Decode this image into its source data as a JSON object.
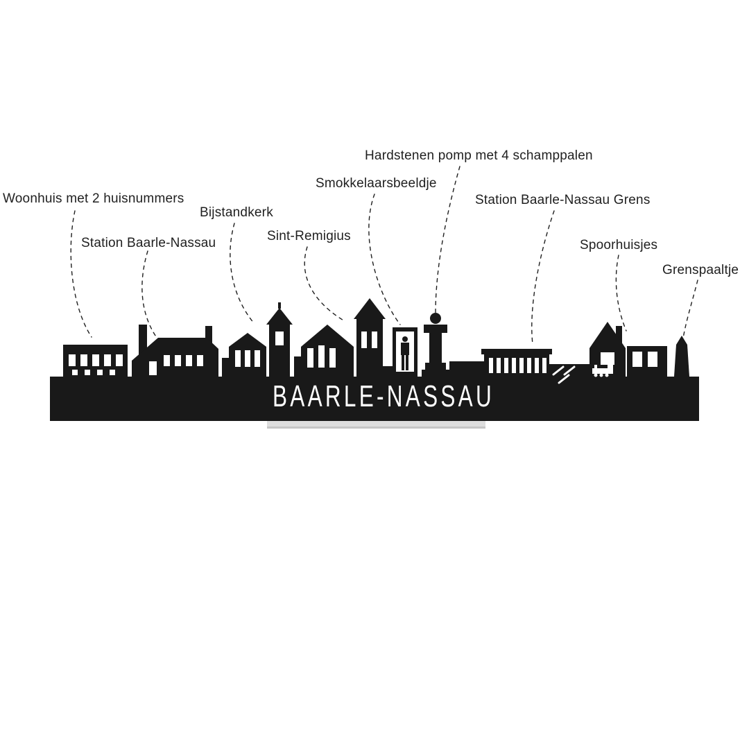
{
  "title": "BAARLE-NASSAU",
  "labels": {
    "woonhuis": "Woonhuis met 2 huisnummers",
    "station": "Station Baarle-Nassau",
    "bijstandkerk": "Bijstandkerk",
    "sint_remigius": "Sint-Remigius",
    "smokkelaars": "Smokkelaarsbeeldje",
    "pomp": "Hardstenen pomp met 4 schamppalen",
    "station_grens": "Station Baarle-Nassau Grens",
    "spoorhuisjes": "Spoorhuisjes",
    "grenspaaltje": "Grenspaaltje"
  },
  "colors": {
    "silhouette": "#191919",
    "background": "#ffffff",
    "label_text": "#1f1f1f",
    "stand": "#dedede"
  }
}
